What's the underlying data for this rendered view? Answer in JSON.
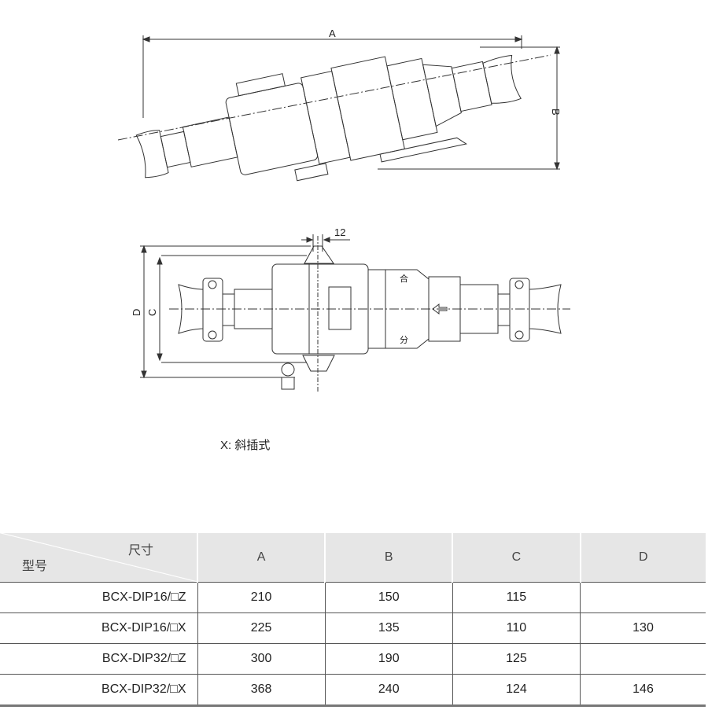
{
  "drawing_top": {
    "dim_a": "A",
    "dim_b": "B"
  },
  "drawing_bottom": {
    "dim_12": "12",
    "dim_c": "C",
    "dim_d": "D",
    "label_on": "合",
    "label_off": "分"
  },
  "caption": "X: 斜插式",
  "table": {
    "corner_top": "尺寸",
    "corner_bottom": "型号",
    "columns": [
      "A",
      "B",
      "C",
      "D"
    ],
    "rows": [
      {
        "model": "BCX-DIP16/□Z",
        "a": "210",
        "b": "150",
        "c": "115",
        "d": ""
      },
      {
        "model": "BCX-DIP16/□X",
        "a": "225",
        "b": "135",
        "c": "110",
        "d": "130"
      },
      {
        "model": "BCX-DIP32/□Z",
        "a": "300",
        "b": "190",
        "c": "125",
        "d": ""
      },
      {
        "model": "BCX-DIP32/□X",
        "a": "368",
        "b": "240",
        "c": "124",
        "d": "146"
      }
    ]
  }
}
